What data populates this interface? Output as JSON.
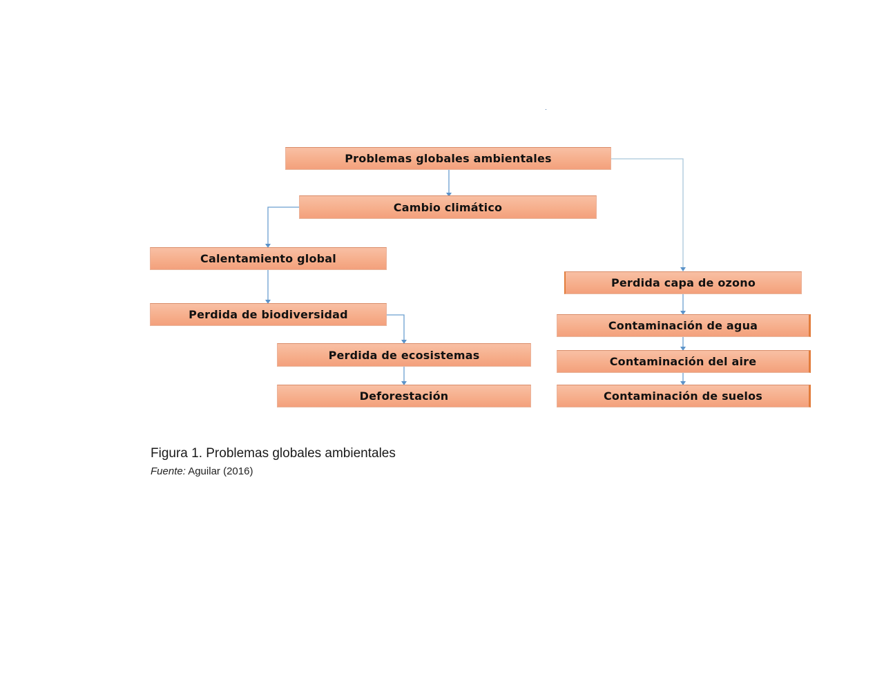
{
  "diagram": {
    "type": "flowchart",
    "colors": {
      "box_fill": "#f6ad8a",
      "box_edge_accent": "#e27d3c",
      "connector": "#6a9fcf",
      "text": "#111111"
    },
    "nodes": {
      "root": "Problemas globales ambientales",
      "cambio": "Cambio climático",
      "calentamiento": "Calentamiento global",
      "biodiversidad": "Perdida de biodiversidad",
      "ecosistemas": "Perdida de ecosistemas",
      "deforestacion": "Deforestación",
      "ozono": "Perdida capa de ozono",
      "agua": "Contaminación de agua",
      "aire": "Contaminación del aire",
      "suelos": "Contaminación de suelos"
    },
    "edges": [
      [
        "root",
        "cambio"
      ],
      [
        "cambio",
        "calentamiento"
      ],
      [
        "calentamiento",
        "biodiversidad"
      ],
      [
        "biodiversidad",
        "ecosistemas"
      ],
      [
        "ecosistemas",
        "deforestacion"
      ],
      [
        "root",
        "ozono"
      ],
      [
        "ozono",
        "agua"
      ],
      [
        "agua",
        "aire"
      ],
      [
        "aire",
        "suelos"
      ]
    ]
  },
  "caption": {
    "title": "Figura 1. Problemas globales ambientales",
    "source_label": "Fuente:",
    "source_text": " Aguilar (2016)"
  }
}
